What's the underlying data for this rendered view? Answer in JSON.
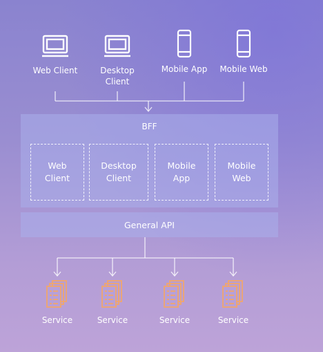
{
  "clients": [
    {
      "label": "Web Client",
      "icon": "monitor-icon"
    },
    {
      "label": "Desktop\nClient",
      "icon": "monitor-icon"
    },
    {
      "label": "Mobile App",
      "icon": "phone-icon"
    },
    {
      "label": "Mobile Web",
      "icon": "phone-icon"
    }
  ],
  "bff": {
    "title": "BFF",
    "boxes": [
      "Web\nClient",
      "Desktop\nClient",
      "Mobile\nApp",
      "Mobile\nWeb"
    ]
  },
  "general_api": {
    "label": "General API"
  },
  "services": [
    {
      "label": "Service",
      "icon": "service-stack-icon"
    },
    {
      "label": "Service",
      "icon": "service-stack-icon"
    },
    {
      "label": "Service",
      "icon": "service-stack-icon"
    },
    {
      "label": "Service",
      "icon": "service-stack-icon"
    }
  ],
  "colors": {
    "service_icon": "#f0a66e",
    "panel": "#aab0eb",
    "line": "#ffffff"
  }
}
